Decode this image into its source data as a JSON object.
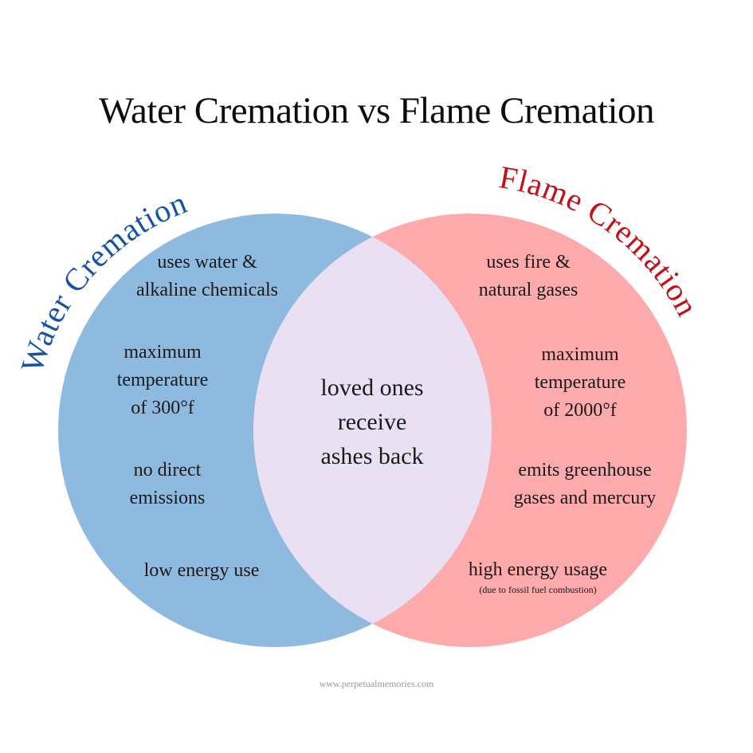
{
  "title": "Water Cremation vs Flame Cremation",
  "colors": {
    "water_circle": "#8fbae0",
    "flame_circle": "#fdaaad",
    "overlap": "#e9e1f3",
    "water_label": "#1552a8",
    "flame_label": "#c30f15",
    "footer": "#9a9a9a"
  },
  "water": {
    "heading": "Water Cremation",
    "items": [
      [
        "uses water &",
        "alkaline chemicals"
      ],
      [
        "maximum",
        "temperature",
        "of 300°f"
      ],
      [
        "no direct",
        "emissions"
      ],
      [
        "low energy use"
      ]
    ]
  },
  "flame": {
    "heading": "Flame Cremation",
    "items": [
      [
        "uses fire &",
        "natural gases"
      ],
      [
        "maximum",
        "temperature",
        "of 2000°f"
      ],
      [
        "emits greenhouse",
        "gases and mercury"
      ],
      [
        "high energy usage"
      ]
    ],
    "footnote": "(due to fossil fuel combustion)"
  },
  "shared": {
    "items": [
      "loved ones",
      "receive",
      "ashes back"
    ]
  },
  "footer": "www.perpetualmemories.com"
}
